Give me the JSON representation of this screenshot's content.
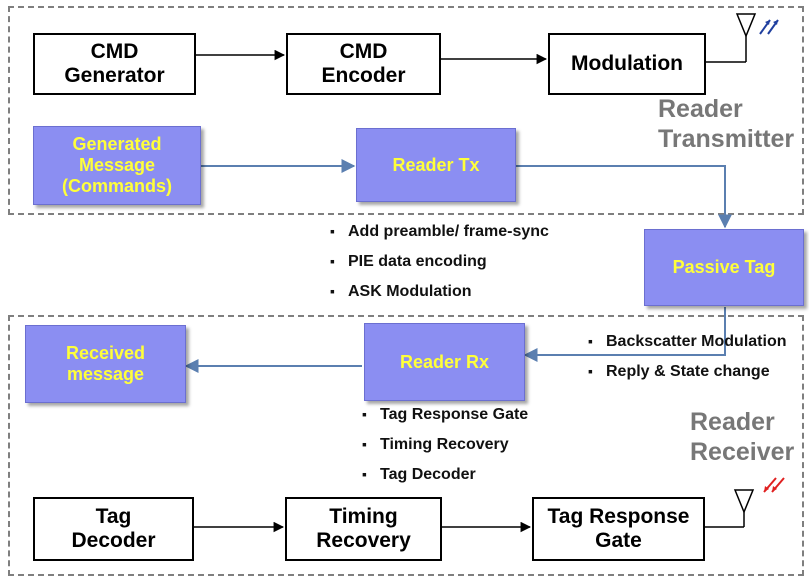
{
  "transmitter": {
    "group_label": "Reader\nTransmitter",
    "cmd_generator": "CMD\nGenerator",
    "cmd_encoder": "CMD\nEncoder",
    "modulation": "Modulation",
    "generated_message": "Generated\nMessage\n(Commands)",
    "reader_tx": "Reader Tx",
    "tx_notes": [
      "Add preamble/ frame-sync",
      "PIE data encoding",
      "ASK Modulation"
    ]
  },
  "passive_tag": "Passive Tag",
  "tag_notes": [
    "Backscatter Modulation",
    "Reply &  State change"
  ],
  "receiver": {
    "group_label": "Reader\nReceiver",
    "received_message": "Received\nmessage",
    "reader_rx": "Reader Rx",
    "rx_notes": [
      "Tag Response Gate",
      "Timing Recovery",
      "Tag Decoder"
    ],
    "tag_decoder": "Tag\nDecoder",
    "timing_recovery": "Timing\nRecovery",
    "tag_response_gate": "Tag Response\nGate"
  },
  "colors": {
    "purple_box": "#8b8ef2",
    "purple_text": "#ffff3a",
    "connector": "#5b7fb0",
    "tx_wave": "#1f3f9f",
    "rx_wave": "#e02020"
  }
}
